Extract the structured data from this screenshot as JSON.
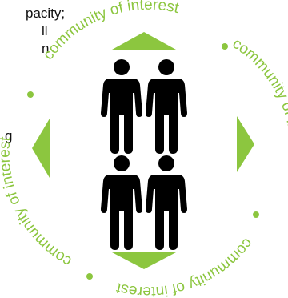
{
  "clipped_text": {
    "line1": "pacity;",
    "line2": "ll",
    "line3": "n",
    "line4": "g"
  },
  "ring_text": {
    "top": "community of interest",
    "right": "community of interest",
    "bottom": "community of interest",
    "left": "community of interest"
  },
  "colors": {
    "accent_green": "#8cc63f",
    "figure": "#000000",
    "text": "#111111"
  },
  "icons": {
    "arrows": [
      "arrow-up-icon",
      "arrow-right-icon",
      "arrow-down-icon",
      "arrow-left-icon"
    ],
    "figures": [
      "person-icon",
      "person-icon",
      "person-icon",
      "person-icon"
    ]
  }
}
